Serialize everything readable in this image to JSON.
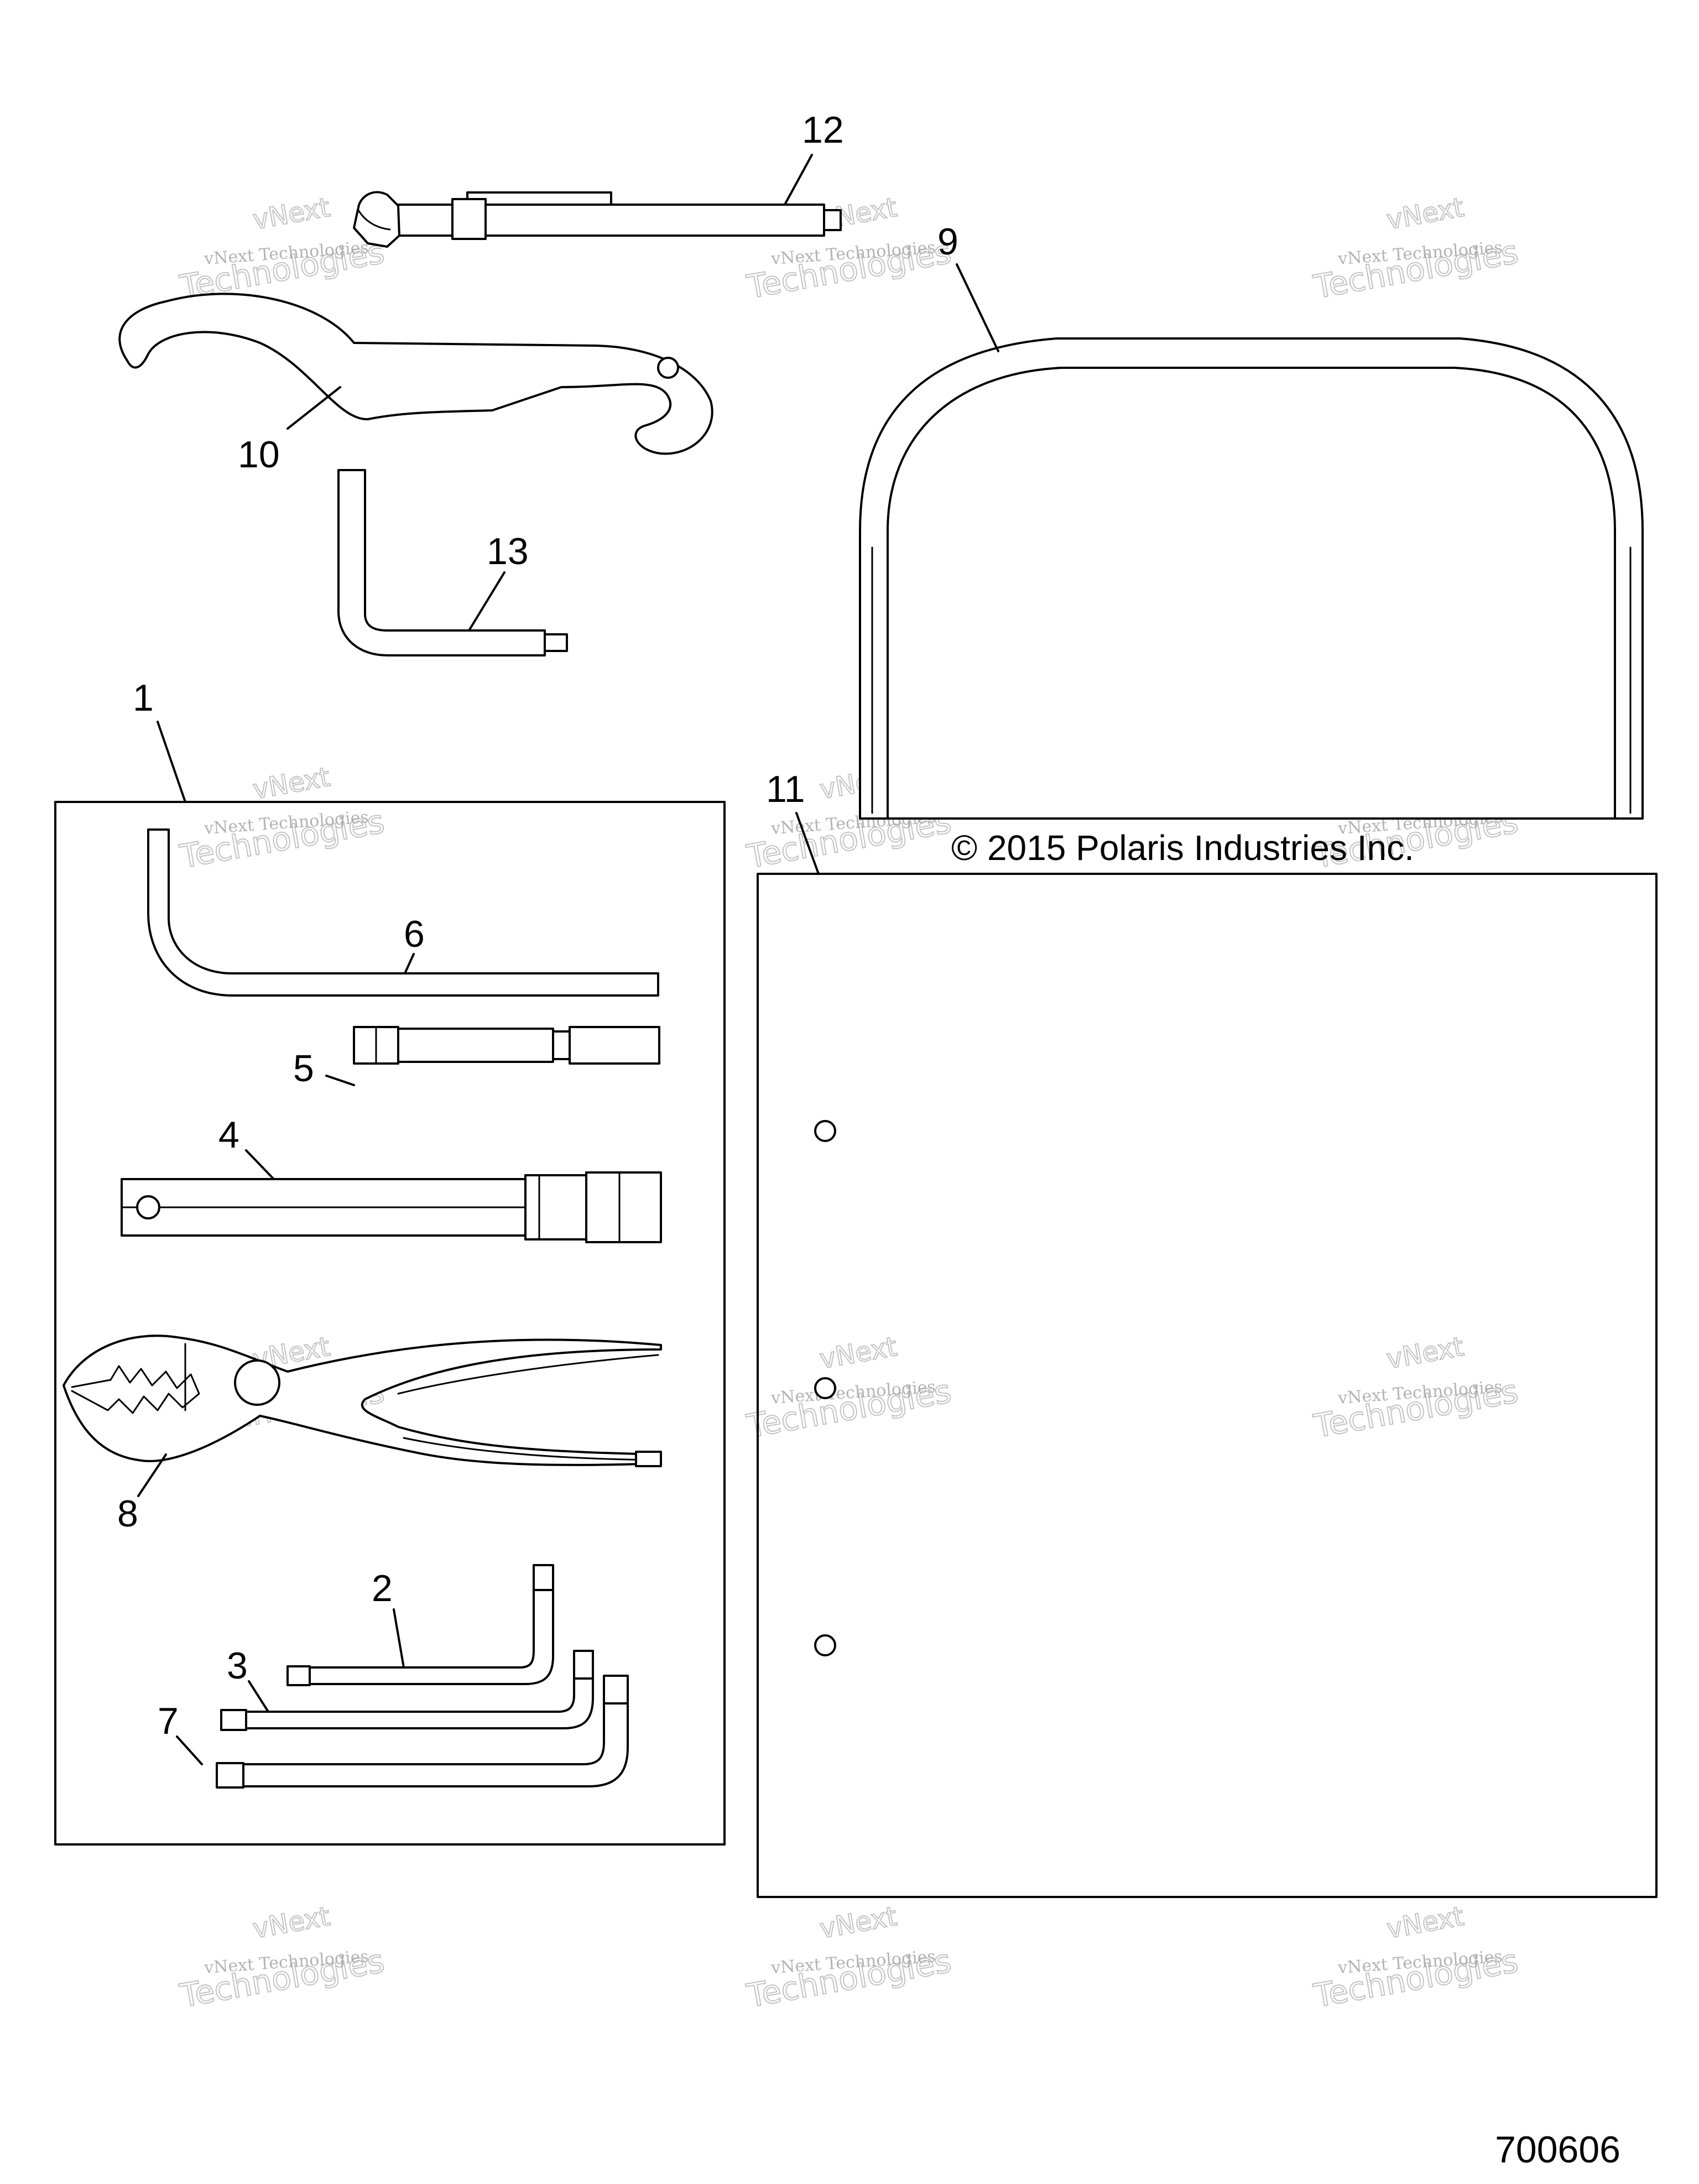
{
  "callouts": [
    {
      "id": "1",
      "label": "1"
    },
    {
      "id": "2",
      "label": "2"
    },
    {
      "id": "3",
      "label": "3"
    },
    {
      "id": "4",
      "label": "4"
    },
    {
      "id": "5",
      "label": "5"
    },
    {
      "id": "6",
      "label": "6"
    },
    {
      "id": "7",
      "label": "7"
    },
    {
      "id": "8",
      "label": "8"
    },
    {
      "id": "9",
      "label": "9"
    },
    {
      "id": "10",
      "label": "10"
    },
    {
      "id": "11",
      "label": "11"
    },
    {
      "id": "12",
      "label": "12"
    },
    {
      "id": "13",
      "label": "13"
    }
  ],
  "copyright": "© 2015 Polaris Industries Inc.",
  "figure_number": "700606",
  "watermark": {
    "company": "vNext Technologies",
    "brand": "vNext",
    "brand_sub": "Technologies"
  }
}
